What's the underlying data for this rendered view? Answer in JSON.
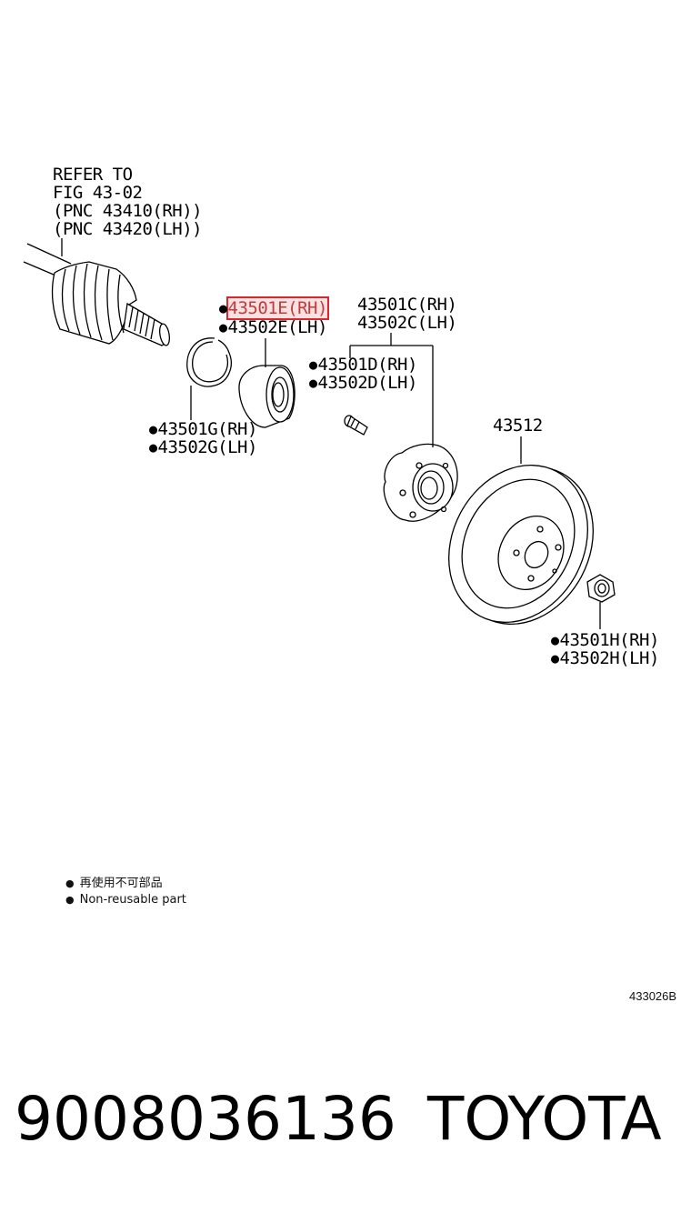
{
  "refer": {
    "line1": "REFER TO",
    "line2": "FIG 43-02",
    "line3": "(PNC 43410(RH))",
    "line4": "(PNC 43420(LH))"
  },
  "labels": {
    "e_rh": "43501E(RH)",
    "e_lh": "43502E(LH)",
    "c_rh": "43501C(RH)",
    "c_lh": "43502C(LH)",
    "d_rh": "43501D(RH)",
    "d_lh": "43502D(LH)",
    "g_rh": "43501G(RH)",
    "g_lh": "43502G(LH)",
    "disc": "43512",
    "h_rh": "43501H(RH)",
    "h_lh": "43502H(LH)"
  },
  "legend": {
    "jp": "再使用不可部品",
    "en": "Non-reusable part"
  },
  "figure_code": "433026B",
  "footer": {
    "part_number": "9008036136",
    "brand": "TOYOTA"
  },
  "colors": {
    "highlight": "#d9262c",
    "ink": "#000000"
  }
}
